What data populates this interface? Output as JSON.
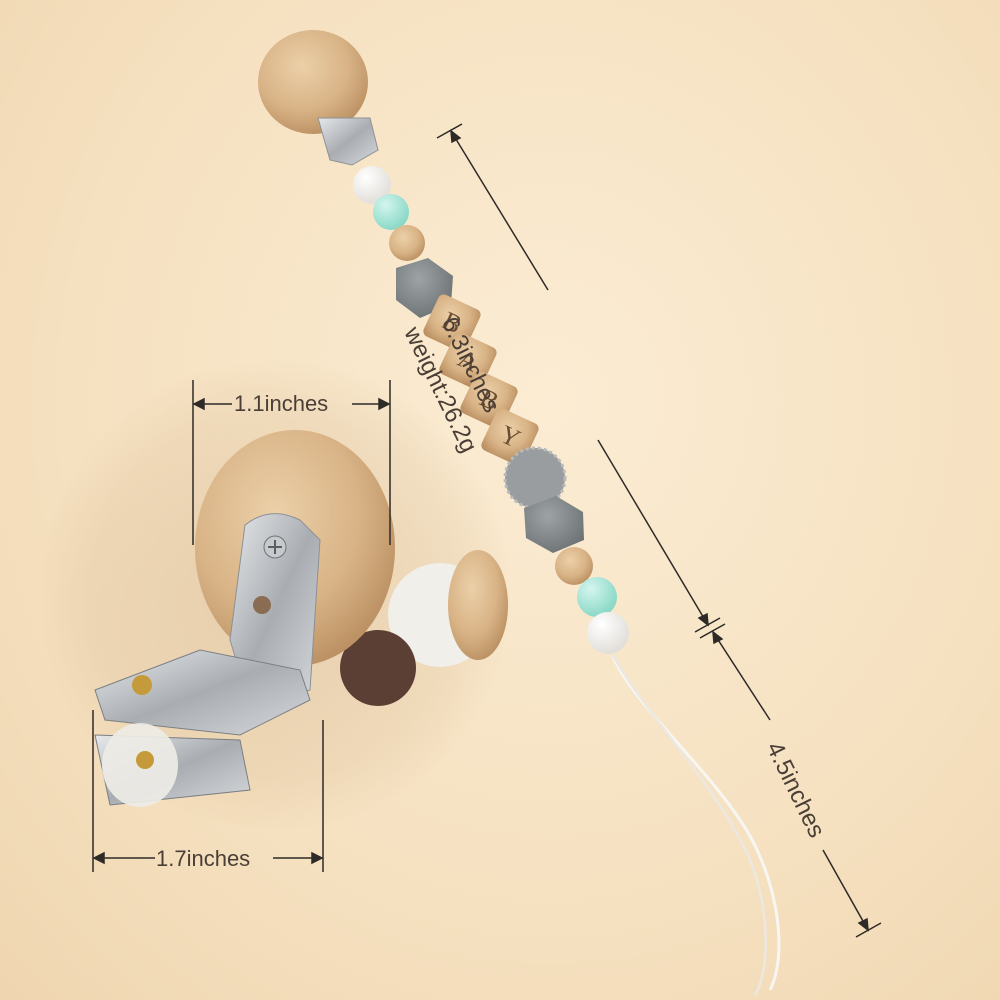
{
  "product": {
    "name": "Wooden bead pacifier clip",
    "bead_letters": [
      "B",
      "A",
      "B",
      "Y"
    ]
  },
  "dimensions": {
    "clip_width": "1.1inches",
    "clip_length": "1.7inches",
    "chain_length": "6.3inches",
    "weight": "weight:26.2g",
    "loop_length": "4.5inches"
  },
  "colors": {
    "background": "#f6e3c4",
    "wood": "#d9b58b",
    "mint": "#a6e3d6",
    "grey": "#7f8486",
    "white": "#f4f2ee",
    "metal": "#b9bcbf",
    "brown": "#5b3f34"
  }
}
